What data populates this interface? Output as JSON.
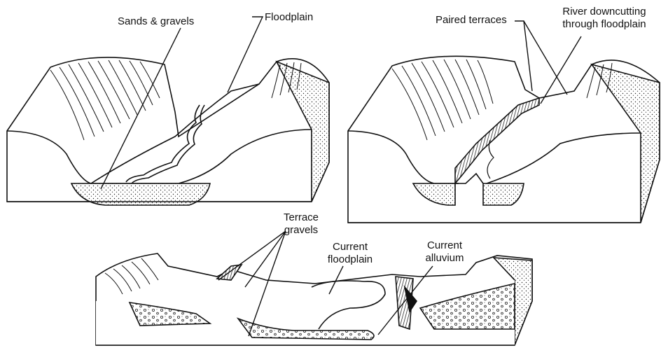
{
  "labels": {
    "sands_gravels": "Sands & gravels",
    "floodplain": "Floodplain",
    "paired_terraces": "Paired terraces",
    "river_downcutting": [
      "River downcutting",
      "through floodplain"
    ],
    "terrace_gravels": [
      "Terrace",
      "gravels"
    ],
    "current_floodplain": [
      "Current",
      "floodplain"
    ],
    "current_alluvium": [
      "Current",
      "alluvium"
    ]
  }
}
